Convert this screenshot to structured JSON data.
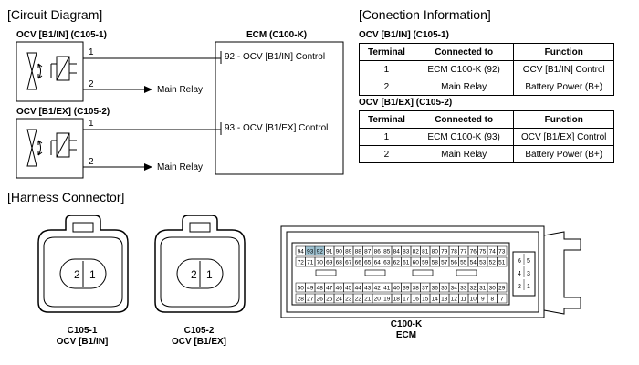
{
  "circuit": {
    "section_title": "[Circuit Diagram]",
    "ocv1_label": "OCV [B1/IN] (C105-1)",
    "ocv2_label": "OCV [B1/EX] (C105-2)",
    "ecm_label": "ECM (C100-K)",
    "ocv1_pin1": "1",
    "ocv1_pin2": "2",
    "ocv2_pin1": "1",
    "ocv2_pin2": "2",
    "ecm_pin92": "92 - OCV [B1/IN] Control",
    "ecm_pin93": "93 - OCV [B1/EX] Control",
    "main_relay_1": "Main Relay",
    "main_relay_2": "Main Relay"
  },
  "connection": {
    "section_title": "[Conection Information]",
    "table1_label": "OCV [B1/IN] (C105-1)",
    "table2_label": "OCV [B1/EX] (C105-2)",
    "headers": [
      "Terminal",
      "Connected to",
      "Function"
    ],
    "table1_rows": [
      [
        "1",
        "ECM C100-K (92)",
        "OCV [B1/IN] Control"
      ],
      [
        "2",
        "Main Relay",
        "Battery Power (B+)"
      ]
    ],
    "table2_rows": [
      [
        "1",
        "ECM C100-K (93)",
        "OCV [B1/EX] Control"
      ],
      [
        "2",
        "Main Relay",
        "Battery Power (B+)"
      ]
    ]
  },
  "harness": {
    "section_title": "[Harness Connector]",
    "c1_pins": [
      "2",
      "1"
    ],
    "c2_pins": [
      "2",
      "1"
    ],
    "c1_caption_1": "C105-1",
    "c1_caption_2": "OCV [B1/IN]",
    "c2_caption_1": "C105-2",
    "c2_caption_2": "OCV [B1/EX]",
    "ecm_caption_1": "C100-K",
    "ecm_caption_2": "ECM",
    "ecm_row1": [
      "94",
      "93",
      "92",
      "91",
      "90",
      "89",
      "88",
      "87",
      "86",
      "85",
      "84",
      "83",
      "82",
      "81",
      "80",
      "79",
      "78",
      "77",
      "76",
      "75",
      "74",
      "73"
    ],
    "ecm_row2": [
      "72",
      "71",
      "70",
      "69",
      "68",
      "67",
      "66",
      "65",
      "64",
      "63",
      "62",
      "61",
      "60",
      "59",
      "58",
      "57",
      "56",
      "55",
      "54",
      "53",
      "52",
      "51"
    ],
    "ecm_row3": [
      "50",
      "49",
      "48",
      "47",
      "46",
      "45",
      "44",
      "43",
      "42",
      "41",
      "40",
      "39",
      "38",
      "37",
      "36",
      "35",
      "34",
      "33",
      "32",
      "31",
      "30",
      "29"
    ],
    "ecm_row4": [
      "28",
      "27",
      "26",
      "25",
      "24",
      "23",
      "22",
      "21",
      "20",
      "19",
      "18",
      "17",
      "16",
      "15",
      "14",
      "13",
      "12",
      "11",
      "10",
      "9",
      "8",
      "7"
    ],
    "ecm_small_pins": [
      [
        "6",
        "5"
      ],
      [
        "4",
        "3"
      ],
      [
        "2",
        "1"
      ]
    ],
    "highlight_color": "#9fc3d2"
  }
}
